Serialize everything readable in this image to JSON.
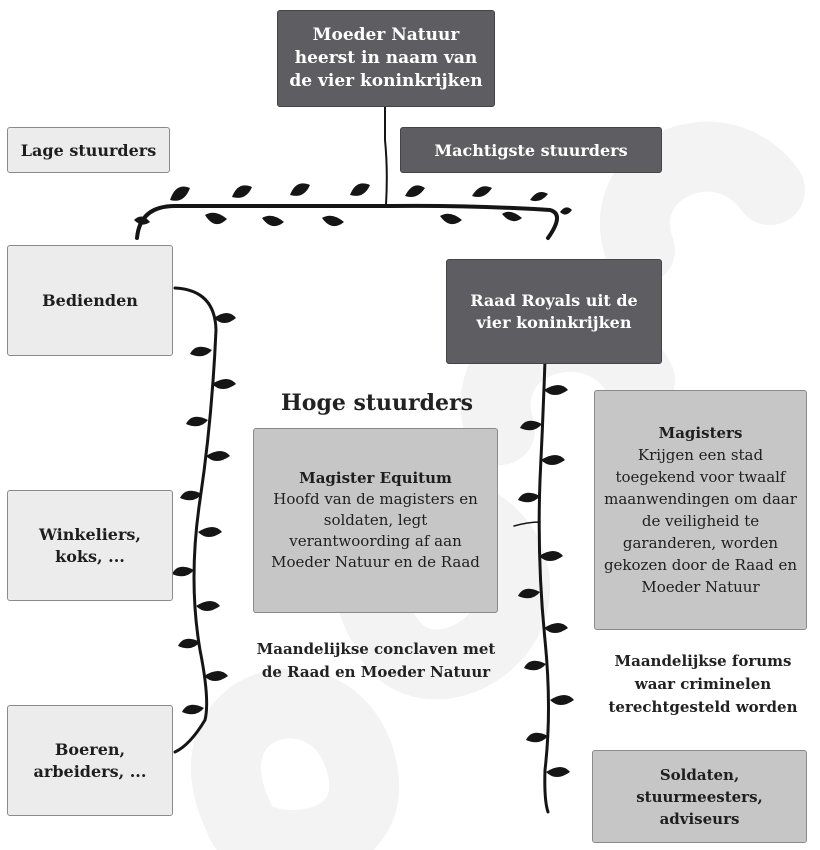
{
  "top": {
    "text": "Moeder Natuur heerst in naam van de vier koninkrijken"
  },
  "legend": {
    "low": "Lage stuurders",
    "high": "Machtigste stuurders"
  },
  "left": {
    "bedienden": "Bedienden",
    "winkeliers": "Winkeliers, koks, ...",
    "boeren": "Boeren, arbeiders, ..."
  },
  "right": {
    "raad": "Raad Royals uit de vier koninkrijken",
    "magisters_title": "Magisters",
    "magisters_desc": "Krijgen een stad toegekend voor twaalf maanwendingen om daar de veiligheid te garanderen, worden gekozen door de Raad en Moeder Natuur",
    "forums": "Maandelijkse forums waar criminelen terechtgesteld worden",
    "soldaten": "Soldaten, stuurmeesters, adviseurs"
  },
  "center": {
    "heading": "Hoge stuurders",
    "equitum_title": "Magister Equitum",
    "equitum_desc": "Hoofd van de magisters en soldaten, legt verantwoording af aan Moeder Natuur en de Raad",
    "conclaven": "Maandelijkse conclaven met de Raad en Moeder Natuur"
  },
  "colors": {
    "dark_box": "#5e5e62",
    "light_box": "#ececec",
    "mid_box": "#c6c6c6",
    "vine": "#151515"
  }
}
